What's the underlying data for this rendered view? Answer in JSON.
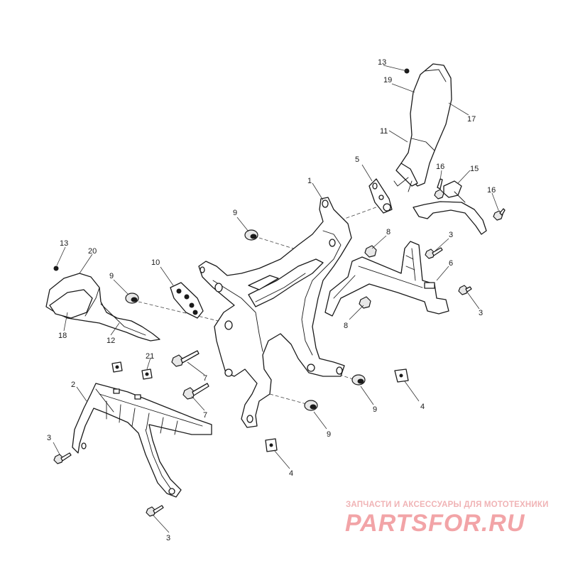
{
  "callouts": [
    {
      "id": "c1",
      "label": "1"
    },
    {
      "id": "c2",
      "label": "2"
    },
    {
      "id": "c3a",
      "label": "3"
    },
    {
      "id": "c3b",
      "label": "3"
    },
    {
      "id": "c3c",
      "label": "3"
    },
    {
      "id": "c3d",
      "label": "3"
    },
    {
      "id": "c4a",
      "label": "4"
    },
    {
      "id": "c4b",
      "label": "4"
    },
    {
      "id": "c5",
      "label": "5"
    },
    {
      "id": "c6",
      "label": "6"
    },
    {
      "id": "c7a",
      "label": "7"
    },
    {
      "id": "c7b",
      "label": "7"
    },
    {
      "id": "c8a",
      "label": "8"
    },
    {
      "id": "c8b",
      "label": "8"
    },
    {
      "id": "c9a",
      "label": "9"
    },
    {
      "id": "c9b",
      "label": "9"
    },
    {
      "id": "c9c",
      "label": "9"
    },
    {
      "id": "c9d",
      "label": "9"
    },
    {
      "id": "c10",
      "label": "10"
    },
    {
      "id": "c11",
      "label": "11"
    },
    {
      "id": "c12",
      "label": "12"
    },
    {
      "id": "c13a",
      "label": "13"
    },
    {
      "id": "c13b",
      "label": "13"
    },
    {
      "id": "c15",
      "label": "15"
    },
    {
      "id": "c16a",
      "label": "16"
    },
    {
      "id": "c16b",
      "label": "16"
    },
    {
      "id": "c17",
      "label": "17"
    },
    {
      "id": "c18",
      "label": "18"
    },
    {
      "id": "c19",
      "label": "19"
    },
    {
      "id": "c20",
      "label": "20"
    },
    {
      "id": "c21",
      "label": "21"
    }
  ],
  "watermark": {
    "tagline": "ЗАПЧАСТИ И АКСЕССУАРЫ ДЛЯ МОТОТЕХНИКИ",
    "brand": "PARTSFOR.RU"
  }
}
